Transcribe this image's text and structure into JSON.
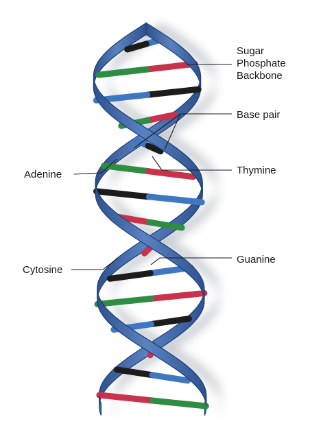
{
  "labels": {
    "backbone": [
      "Sugar",
      "Phosphate",
      "Backbone"
    ],
    "base_pair": "Base pair",
    "adenine": "Adenine",
    "thymine": "Thymine",
    "cytosine": "Cytosine",
    "guanine": "Guanine"
  },
  "colors": {
    "strand_fill": "#3f66a6",
    "strand_edge": "#1f3f78",
    "strand_highlight": "#7f9fd0",
    "adenine": "#2f8c43",
    "thymine": "#c8324a",
    "cytosine": "#3f78c0",
    "guanine": "#1c1c1c",
    "shadow": "#9aa3ad"
  },
  "rungs": [
    {
      "name": "rung-1",
      "left": "cytosine",
      "right": "guanine"
    },
    {
      "name": "rung-2",
      "left": "thymine",
      "right": "adenine"
    },
    {
      "name": "rung-3",
      "left": "guanine",
      "right": "cytosine"
    },
    {
      "name": "rung-4",
      "left": "thymine",
      "right": "adenine"
    },
    {
      "name": "rung-5",
      "left": "cytosine",
      "right": "guanine"
    },
    {
      "name": "rung-6",
      "left": "adenine",
      "right": "thymine"
    },
    {
      "name": "rung-7",
      "left": "guanine",
      "right": "cytosine"
    },
    {
      "name": "rung-8",
      "left": "thymine",
      "right": "adenine"
    },
    {
      "name": "rung-9",
      "left": "adenine",
      "right": "thymine"
    },
    {
      "name": "rung-10",
      "left": "cytosine",
      "right": "guanine"
    },
    {
      "name": "rung-11",
      "left": "thymine",
      "right": "adenine"
    },
    {
      "name": "rung-12",
      "left": "guanine",
      "right": "cytosine"
    },
    {
      "name": "rung-13",
      "left": "adenine",
      "right": "thymine"
    },
    {
      "name": "rung-14",
      "left": "guanine",
      "right": "cytosine"
    },
    {
      "name": "rung-15",
      "left": "thymine",
      "right": "adenine"
    }
  ]
}
